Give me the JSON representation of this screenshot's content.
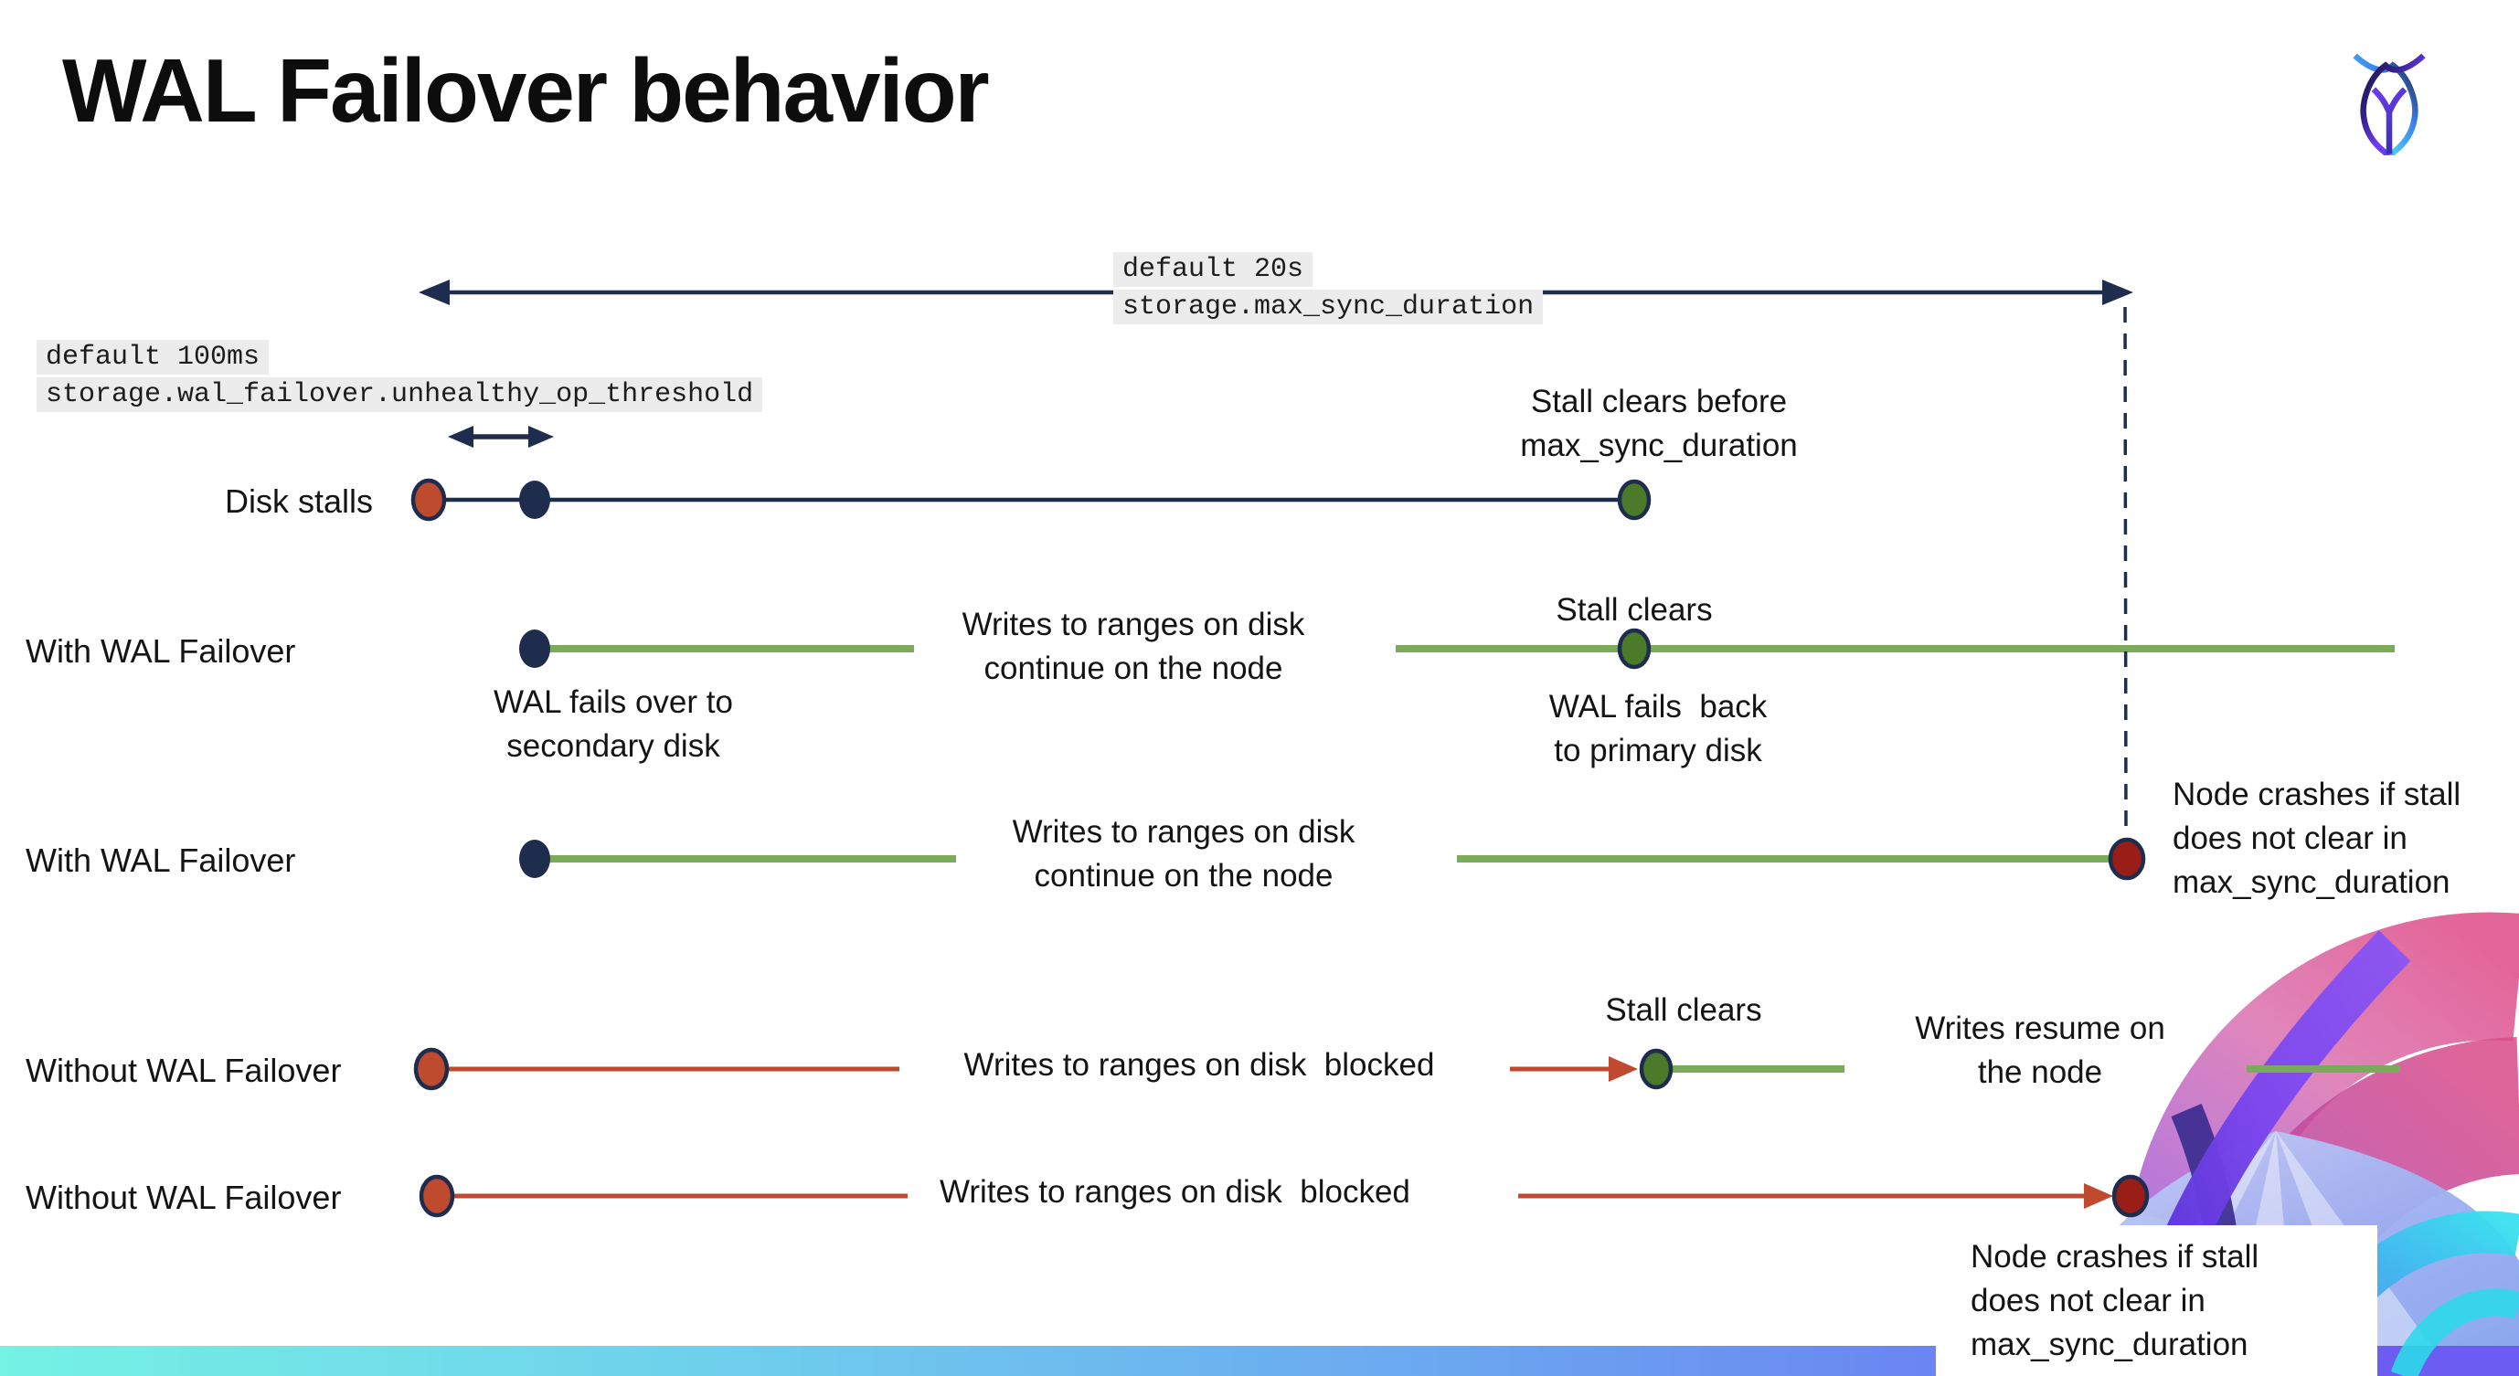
{
  "title": "WAL Failover behavior",
  "logo": {
    "name": "cockroachdb-mark"
  },
  "config_labels": {
    "max_sync_duration": {
      "default": "default 20s",
      "setting": "storage.max_sync_duration"
    },
    "unhealthy_op_threshold": {
      "default": "default 100ms",
      "setting": "storage.wal_failover.unhealthy_op_threshold"
    }
  },
  "rows": [
    {
      "label": "Disk stalls"
    },
    {
      "label": "With WAL Failover"
    },
    {
      "label": "With WAL Failover"
    },
    {
      "label": "Without WAL Failover"
    },
    {
      "label": "Without WAL Failover"
    }
  ],
  "annotations": {
    "stall_clears_before": "Stall clears before\nmax_sync_duration",
    "wal_fails_over": "WAL fails over to\nsecondary disk",
    "writes_continue": "Writes to ranges on disk\ncontinue on the node",
    "stall_clears": "Stall clears",
    "wal_fails_back": "WAL fails  back\nto primary disk",
    "node_crashes": "Node crashes if stall\ndoes not clear in\nmax_sync_duration",
    "writes_blocked": "Writes to ranges on disk  blocked",
    "writes_resume": "Writes resume on\nthe node"
  },
  "colors": {
    "navy": "#1e2c4d",
    "green_line": "#7aab5b",
    "green_dot": "#4c7a2b",
    "red": "#c04a2f",
    "dark_red": "#9b1d17",
    "chip_background": "#ececec",
    "bar_gradient": [
      "#74f2e4",
      "#6fd0ec",
      "#6ba6f0",
      "#7551f1"
    ]
  }
}
